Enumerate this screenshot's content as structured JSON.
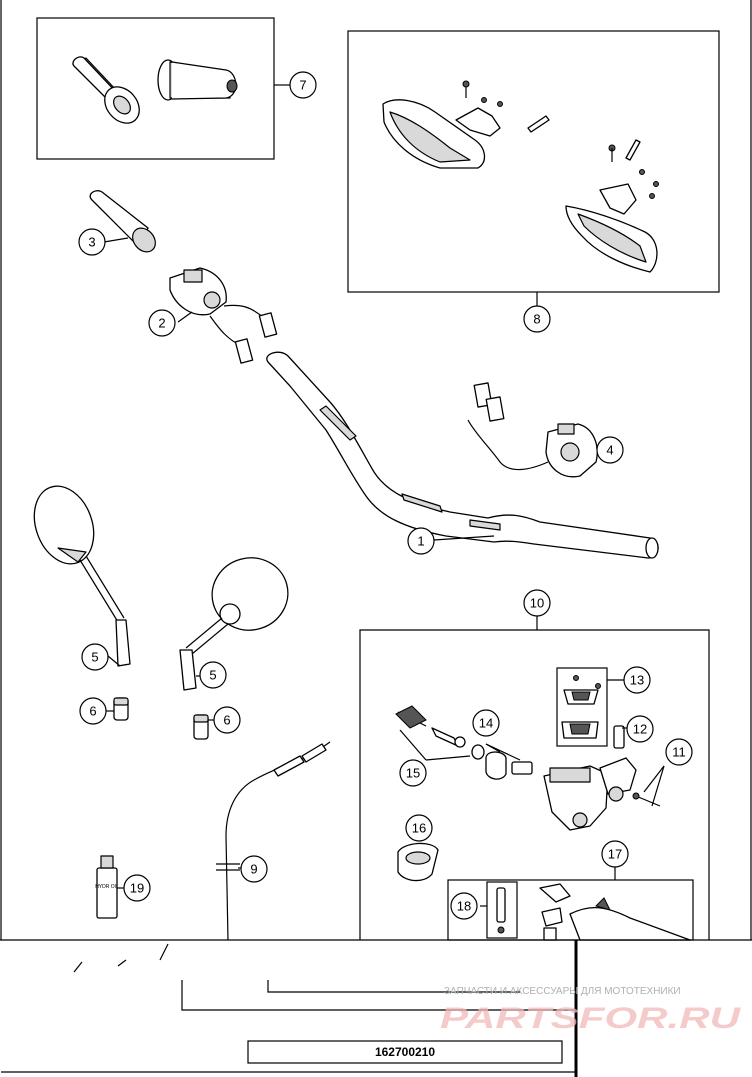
{
  "callouts": [
    {
      "id": "1",
      "label": "1"
    },
    {
      "id": "2",
      "label": "2"
    },
    {
      "id": "3",
      "label": "3"
    },
    {
      "id": "4",
      "label": "4"
    },
    {
      "id": "5a",
      "label": "5"
    },
    {
      "id": "5b",
      "label": "5"
    },
    {
      "id": "6a",
      "label": "6"
    },
    {
      "id": "6b",
      "label": "6"
    },
    {
      "id": "7",
      "label": "7"
    },
    {
      "id": "8",
      "label": "8"
    },
    {
      "id": "9",
      "label": "9"
    },
    {
      "id": "10",
      "label": "10"
    },
    {
      "id": "11",
      "label": "11"
    },
    {
      "id": "12",
      "label": "12"
    },
    {
      "id": "13",
      "label": "13"
    },
    {
      "id": "14",
      "label": "14"
    },
    {
      "id": "15",
      "label": "15"
    },
    {
      "id": "16",
      "label": "16"
    },
    {
      "id": "17",
      "label": "17"
    },
    {
      "id": "18",
      "label": "18"
    },
    {
      "id": "19",
      "label": "19"
    }
  ],
  "oil_bottle_label": "HYDR OIL",
  "watermark": {
    "small": "ЗАПЧАСТИ И АКСЕССУАРЫ ДЛЯ МОТОТЕХНИКИ",
    "big": "PARTSFOR.RU"
  },
  "document_number": "162700210"
}
